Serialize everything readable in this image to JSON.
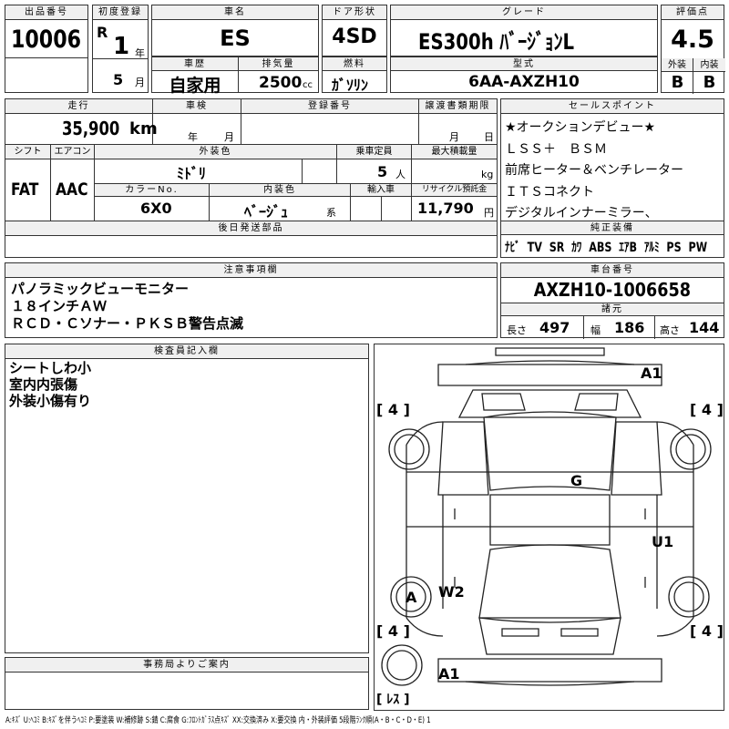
{
  "header": {
    "lot_no_label": "出品番号",
    "lot_no": "10006",
    "first_reg_label": "初度登録",
    "era": "R",
    "reg_year": "1",
    "year_unit": "年",
    "reg_month": "5",
    "month_unit": "月",
    "car_name_label": "車名",
    "car_name": "ES",
    "door_label": "ドア形状",
    "door": "4SD",
    "grade_label": "グレード",
    "grade": "ES300h ﾊﾞｰｼﾞｮﾝL",
    "score_label": "評価点",
    "score": "4.5",
    "history_label": "車歴",
    "history": "自家用",
    "displacement_label": "排気量",
    "displacement": "2500",
    "displacement_unit": "cc",
    "fuel_label": "燃料",
    "fuel": "ｶﾞｿﾘﾝ",
    "model_label": "型式",
    "model": "6AA-AXZH10",
    "exterior_label": "外装",
    "interior_label": "内装",
    "exterior_grade": "B",
    "interior_grade": "B"
  },
  "details": {
    "mileage_label": "走行",
    "mileage": "35,900",
    "mileage_unit": "km",
    "inspection_label": "車検",
    "insp_year_unit": "年",
    "insp_month_unit": "月",
    "plate_label": "登録番号",
    "transfer_label": "譲渡書類期限",
    "transfer_month_unit": "月",
    "transfer_day_unit": "日",
    "shift_label": "シフト",
    "shift": "FAT",
    "ac_label": "エアコン",
    "ac": "AAC",
    "ext_color_label": "外装色",
    "ext_color": "ﾐﾄﾞﾘ",
    "capacity_label": "乗車定員",
    "capacity": "5",
    "capacity_unit": "人",
    "max_load_label": "最大積載量",
    "max_load_unit": "kg",
    "color_no_label": "カラーNo.",
    "color_no": "6X0",
    "int_color_label": "内装色",
    "int_color": "ﾍﾞｰｼﾞｭ",
    "int_color_suffix": "系",
    "import_label": "輸入車",
    "recycle_label": "リサイクル預託金",
    "recycle": "11,790",
    "recycle_unit": "円",
    "later_parts_label": "後日発送部品"
  },
  "sales_points": {
    "label": "セールスポイント",
    "lines": [
      "★オークションデビュー★",
      "ＬＳＳ＋　ＢＳＭ",
      "前席ヒーター＆ベンチレーター",
      "ＩＴＳコネクト",
      "デジタルインナーミラー、"
    ]
  },
  "equipment": {
    "label": "純正装備",
    "items": [
      "ﾅﾋﾞ",
      "TV",
      "SR",
      "ｶﾜ",
      "ABS",
      "ｴｱB",
      "ｱﾙﾐ",
      "PS",
      "PW"
    ]
  },
  "notes": {
    "label": "注意事項欄",
    "lines": [
      "パノラミックビューモニター",
      "１８インチＡＷ",
      "ＲＣＤ・Ｃソナー・ＰＫＳＢ警告点滅"
    ]
  },
  "chassis": {
    "label": "車台番号",
    "number": "AXZH10-1006658",
    "spec_label": "諸元",
    "length_label": "長さ",
    "length": "497",
    "width_label": "幅",
    "width": "186",
    "height_label": "高さ",
    "height": "144"
  },
  "inspector": {
    "label": "検査員記入欄",
    "lines": [
      "シートしわ小",
      "室内内張傷",
      "外装小傷有り"
    ]
  },
  "office": {
    "label": "事務局よりご案内"
  },
  "diagram": {
    "marks": {
      "a1_top": "A1",
      "g": "G",
      "u1": "U1",
      "w2": "W2",
      "a_circle": "A",
      "a1_bottom": "A1"
    },
    "tyre_fl": "[ 4 ]",
    "tyre_fr": "[ 4 ]",
    "tyre_rl": "[ 4 ]",
    "tyre_rr": "[ 4 ]",
    "spare": "[ ﾚｽ ]"
  },
  "legend": "A:ｷｽﾞ U:ﾍｺﾐ B:ｷｽﾞを伴うﾍｺﾐ P:要塗装 W:補修跡 S:錆 C:腐食 G:ﾌﾛﾝﾄｶﾞﾗｽ点ｷｽﾞ XX:交換済み X:要交換 内・外装評価 5段階ﾗﾝｸ順(A・B・C・D・E) 1"
}
